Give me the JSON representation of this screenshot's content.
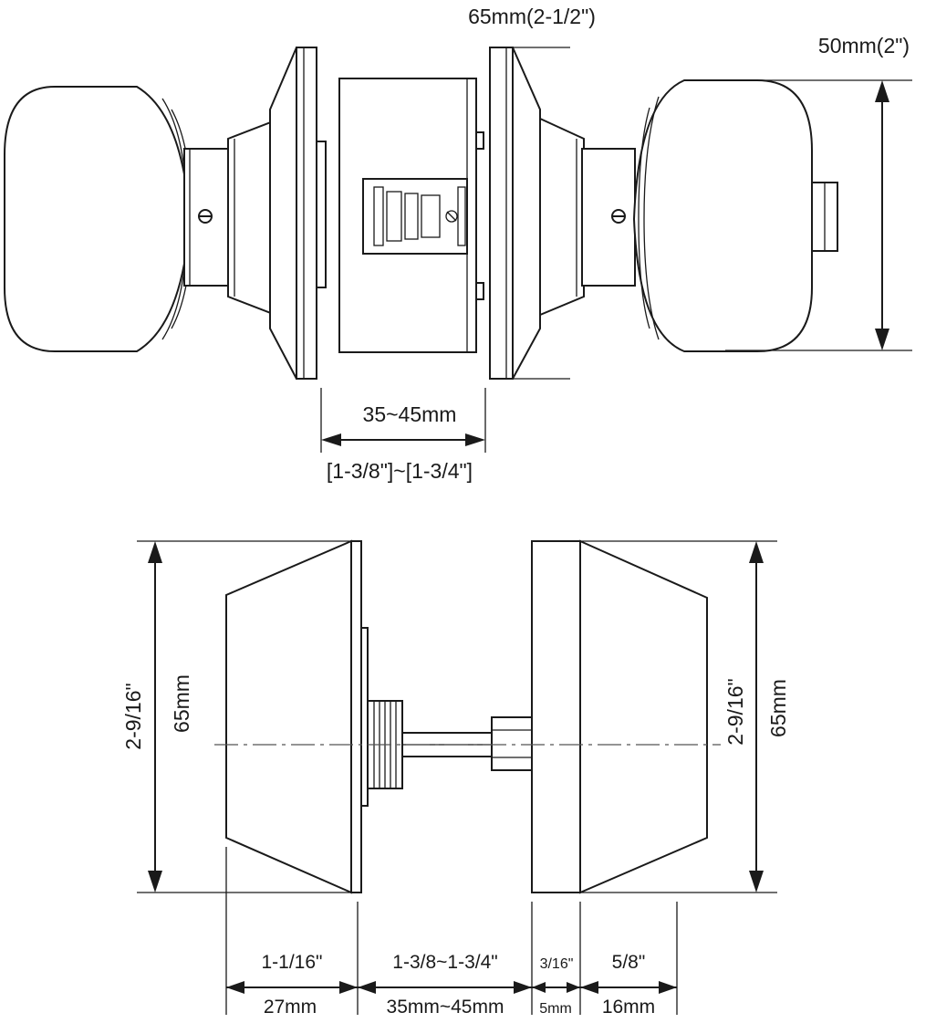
{
  "top_view": {
    "labels": {
      "rose_diameter": "65mm(2-1/2\")",
      "knob_diameter": "50mm(2\")",
      "door_thickness_mm": "35~45mm",
      "door_thickness_in": "[1-3/8\"]~[1-3/4\"]"
    }
  },
  "side_view": {
    "labels": {
      "left_height_in": "2-9/16\"",
      "left_height_mm": "65mm",
      "right_height_in": "2-9/16\"",
      "right_height_mm": "65mm",
      "seg1_in": "1-1/16\"",
      "seg1_mm": "27mm",
      "seg2_in": "1-3/8~1-3/4\"",
      "seg2_mm": "35mm~45mm",
      "seg3_in": "3/16\"",
      "seg3_mm": "5mm",
      "seg4_in": "5/8\"",
      "seg4_mm": "16mm"
    }
  }
}
